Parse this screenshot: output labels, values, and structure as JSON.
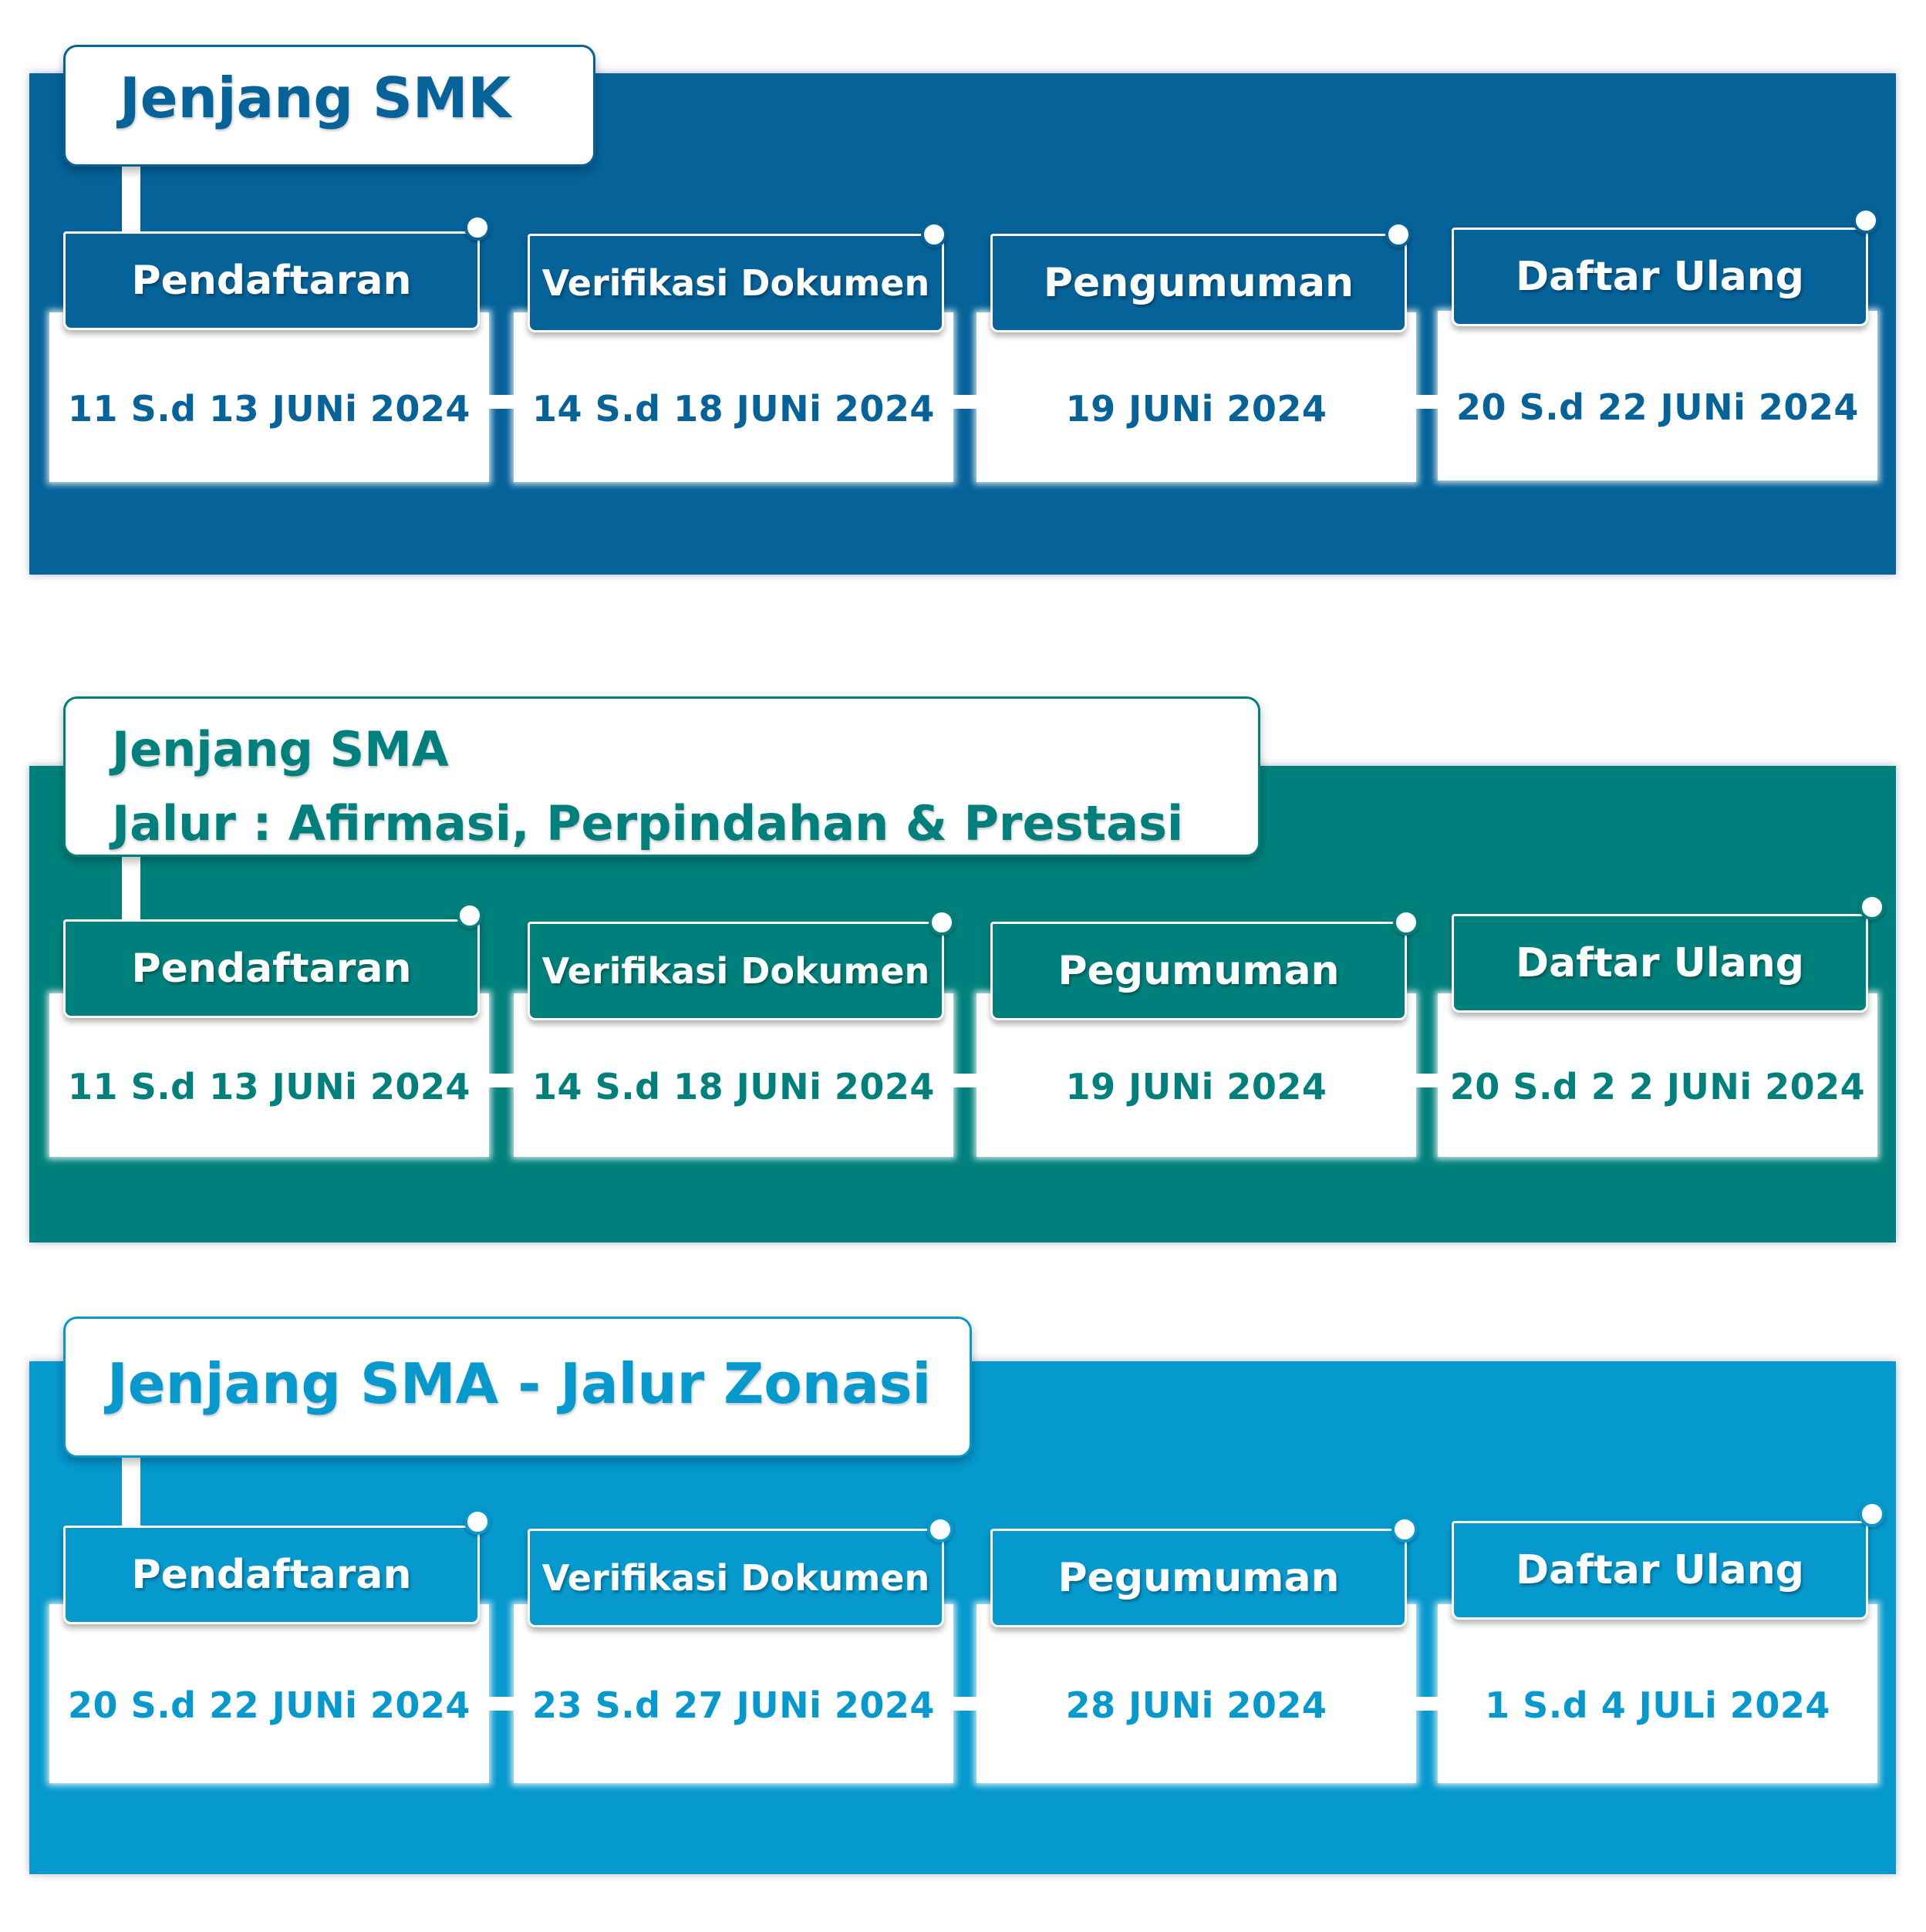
{
  "sections": [
    {
      "color": "#05639a",
      "title_lines": [
        "Jenjang SMK"
      ],
      "steps": [
        {
          "label": "Pendaftaran",
          "date": "11  S.d  13  JUNi 2024"
        },
        {
          "label": "Verifikasi Dokumen",
          "date": "14  S.d  18  JUNi 2024"
        },
        {
          "label": "Pengumuman",
          "date": "19  JUNi 2024"
        },
        {
          "label": "Daftar Ulang",
          "date": "20 S.d  22  JUNi 2024"
        }
      ]
    },
    {
      "color": "#00807c",
      "title_lines": [
        "Jenjang SMA",
        "Jalur : Afirmasi, Perpindahan & Prestasi"
      ],
      "steps": [
        {
          "label": "Pendaftaran",
          "date": "11  S.d  13  JUNi 2024"
        },
        {
          "label": "Verifikasi Dokumen",
          "date": "14  S.d  18  JUNi 2024"
        },
        {
          "label": "Pegumuman",
          "date": "19  JUNi 2024"
        },
        {
          "label": "Daftar Ulang",
          "date": "20  S.d 2 2  JUNi 2024"
        }
      ]
    },
    {
      "color": "#0599ce",
      "title_lines": [
        "Jenjang SMA - Jalur  Zonasi"
      ],
      "steps": [
        {
          "label": "Pendaftaran",
          "date": "20  S.d 22  JUNi 2024"
        },
        {
          "label": "Verifikasi Dokumen",
          "date": "23  S.d  27  JUNi 2024"
        },
        {
          "label": "Pegumuman",
          "date": "28  JUNi 2024"
        },
        {
          "label": "Daftar Ulang",
          "date": "1  S.d 4  JULi 2024"
        }
      ]
    }
  ]
}
